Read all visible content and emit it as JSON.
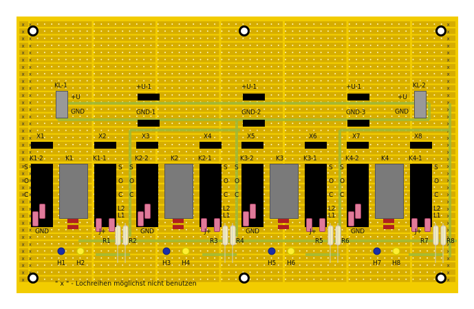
{
  "title": "Stripboard layout – 4x relay module",
  "colors": {
    "board": "#f2cc00",
    "strip": "#d6ad00",
    "wire": "#9cb83a",
    "header": "#000000",
    "pin": "#ffff33",
    "relay": "#7a7a7a",
    "jumper": "#e07a9a",
    "diode": "#b02020",
    "resistor": "#f5eebb",
    "led_blue": "#1a2fa8",
    "led_yellow": "#ffee33",
    "hole_ring": "#000000"
  },
  "mounting_holes": 6,
  "power_terminals": [
    {
      "id": "KL-1",
      "labels": [
        "+U",
        "GND"
      ]
    },
    {
      "id": "KL-2",
      "labels": [
        "+U",
        "GND"
      ]
    }
  ],
  "power_headers": [
    "+U-1",
    "GND-1",
    "+U-1",
    "GND-2",
    "+U-1",
    "GND-3"
  ],
  "channel_headers": [
    "X1",
    "X2",
    "X3",
    "X4",
    "X5",
    "X6",
    "X7",
    "X8"
  ],
  "relays": [
    {
      "id": "K1",
      "left": "K1-2",
      "right": "K1-1"
    },
    {
      "id": "K2",
      "left": "K2-2",
      "right": "K2-1"
    },
    {
      "id": "K3",
      "left": "K3-2",
      "right": "K3-1"
    },
    {
      "id": "K4",
      "left": "K4-2",
      "right": "K4-1"
    }
  ],
  "contact_labels": [
    "S",
    "O",
    "C"
  ],
  "coil_labels": [
    "L2",
    "L1"
  ],
  "gnd_label": "GND",
  "jplus_label": "J+",
  "resistors": [
    "R1",
    "R2",
    "R3",
    "R4",
    "R5",
    "R6",
    "R7",
    "R8"
  ],
  "leds": [
    "H1",
    "H2",
    "H3",
    "H4",
    "H5",
    "H6",
    "H7",
    "H8"
  ],
  "footnote": "\" x \" - Lochreihen möglichst nicht benutzen"
}
